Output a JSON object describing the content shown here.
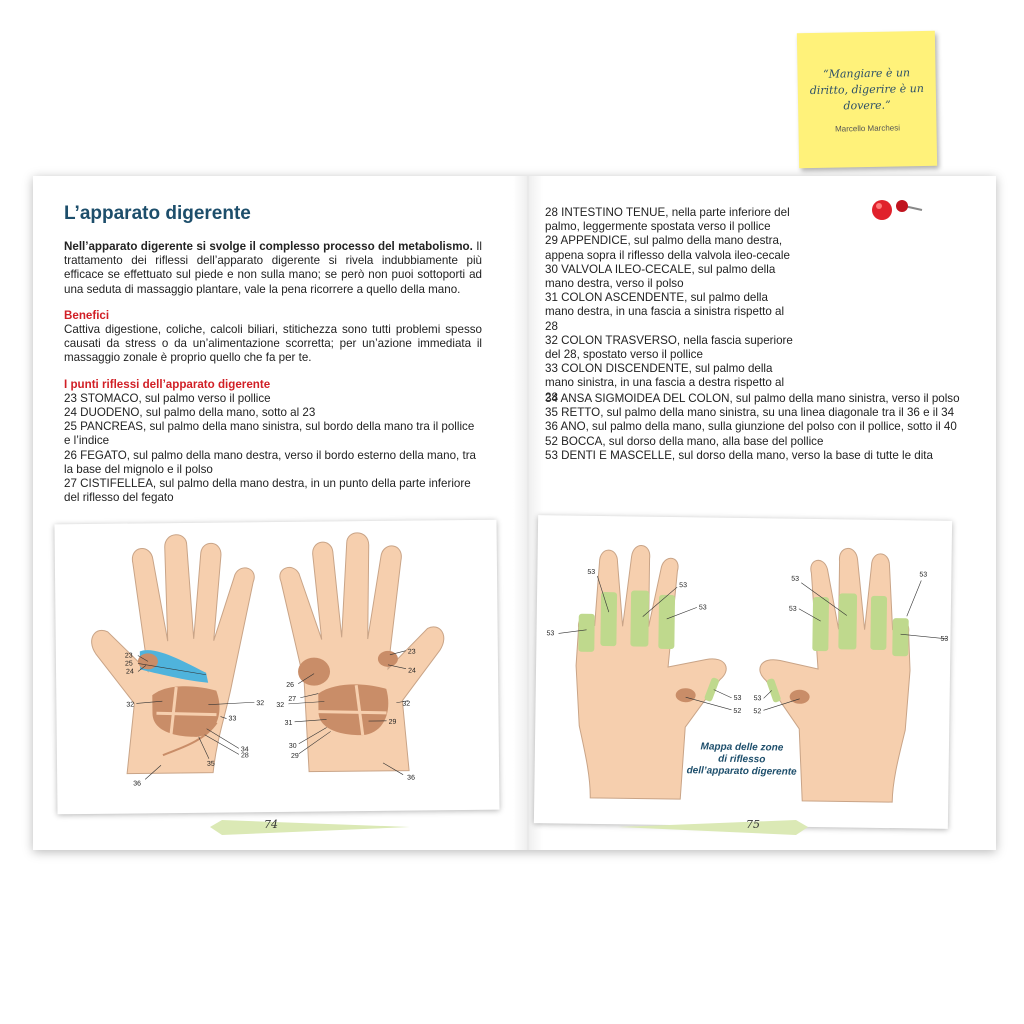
{
  "page": {
    "title": "L’apparato digerente",
    "intro_bold": "Nell’apparato digerente si svolge il complesso processo del metabolismo.",
    "intro_rest": " Il trattamento dei riflessi dell’apparato digerente si rivela indubbiamente più efficace se effettuato sul piede e non sulla mano; se però non puoi sottoporti ad una seduta di massaggio plantare, vale la pena ricorrere a quello della mano.",
    "benefici_heading": "Benefici",
    "benefici_text": "Cattiva digestione, coliche, calcoli biliari, stitichezza sono tutti problemi spesso causati da stress o da un’alimentazione scorretta; per un’azione immediata il massaggio zonale è proprio quello che fa per te.",
    "points_heading": "I punti riflessi dell’apparato digerente",
    "points_left": [
      "23 STOMACO, sul palmo verso il pollice",
      "24 DUODENO, sul palmo della mano, sotto al 23",
      "25 PANCREAS, sul palmo della mano sinistra, sul bordo della mano tra il pollice e l’indice",
      "26 FEGATO, sul palmo della mano destra, verso il bordo esterno della mano, tra la base del mignolo e il polso",
      "27 CISTIFELLEA, sul palmo della mano destra, in un punto della parte inferiore del riflesso del fegato"
    ],
    "points_right": [
      "28 INTESTINO TENUE, nella parte inferiore del palmo, leggermente spostata verso il pollice",
      "29 APPENDICE, sul palmo della mano destra, appena sopra il riflesso della valvola ileo-cecale",
      "30 VALVOLA ILEO-CECALE, sul palmo della mano destra, verso il polso",
      "31 COLON ASCENDENTE, sul palmo della mano destra, in una fascia a sinistra rispetto al 28",
      "32 COLON TRASVERSO, nella fascia superiore del 28, spostato verso il pollice",
      "33 COLON DISCENDENTE, sul palmo della mano sinistra, in una fascia a destra rispetto al 28",
      "34 ANSA SIGMOIDEA DEL COLON, sul palmo della mano sinistra, verso il polso",
      "35 RETTO, sul palmo della mano sinistra, su una linea diagonale tra il 36 e il 34",
      "36 ANO, sul palmo della mano, sulla giunzione del polso con il pollice, sotto il 40",
      "52 BOCCA, sul dorso della mano, alla base del pollice",
      "53 DENTI E MASCELLE, sul dorso della mano, verso la base di tutte le dita"
    ],
    "note_quote": "“Mangiare è un diritto, digerire è un dovere.”",
    "note_author": "Marcello Marchesi",
    "map_caption_1": "Mappa delle zone",
    "map_caption_2": "di riflesso",
    "map_caption_3": "dell’apparato digerente",
    "page_left": "74",
    "page_right": "75",
    "palm_labels": {
      "n23": "23",
      "n24": "24",
      "n25": "25",
      "n26": "26",
      "n27": "27",
      "n28": "28",
      "n29": "29",
      "n30": "30",
      "n31": "31",
      "n32": "32",
      "n33": "33",
      "n34": "34",
      "n35": "35",
      "n36": "36"
    },
    "dorsal_labels": {
      "n52": "52",
      "n53": "53"
    },
    "colors": {
      "title": "#1d4e6b",
      "heading_red": "#d11f26",
      "skin": "#f6cfae",
      "organ": "#c98d68",
      "pancreas": "#4fb3dc",
      "zone_green": "#bfd98d",
      "note": "#fff27a",
      "caption": "#1d4e6b"
    }
  }
}
